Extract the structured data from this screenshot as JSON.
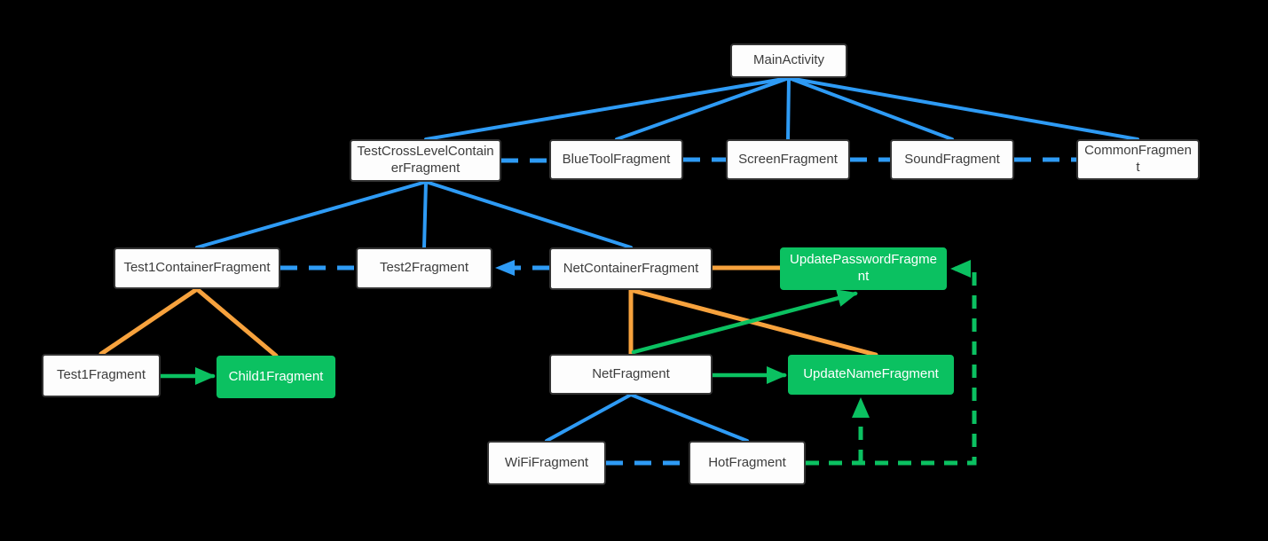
{
  "diagram": {
    "title": "fragment-hierarchy-graph",
    "colors": {
      "background": "#000000",
      "blue_edge": "#2e9bf5",
      "orange_edge": "#f7a23d",
      "green_edge": "#0bc161",
      "node_background": "#fdfdfd",
      "node_border": "#333333",
      "node_text": "#3d3d3d",
      "highlight_node_background": "#0bc161",
      "highlight_node_text": "#ffffff"
    },
    "nodes": [
      {
        "id": "MainActivity",
        "label": "MainActivity",
        "highlight": false
      },
      {
        "id": "TestCrossLevelContainerFragment",
        "label": "TestCrossLevelContainerFragment",
        "highlight": false
      },
      {
        "id": "BlueToolFragment",
        "label": "BlueToolFragment",
        "highlight": false
      },
      {
        "id": "ScreenFragment",
        "label": "ScreenFragment",
        "highlight": false
      },
      {
        "id": "SoundFragment",
        "label": "SoundFragment",
        "highlight": false
      },
      {
        "id": "CommonFragment",
        "label": "CommonFragment",
        "highlight": false
      },
      {
        "id": "Test1ContainerFragment",
        "label": "Test1ContainerFragment",
        "highlight": false
      },
      {
        "id": "Test2Fragment",
        "label": "Test2Fragment",
        "highlight": false
      },
      {
        "id": "NetContainerFragment",
        "label": "NetContainerFragment",
        "highlight": false
      },
      {
        "id": "UpdatePasswordFragment",
        "label": "UpdatePasswordFragment",
        "highlight": true
      },
      {
        "id": "Test1Fragment",
        "label": "Test1Fragment",
        "highlight": false
      },
      {
        "id": "Child1Fragment",
        "label": "Child1Fragment",
        "highlight": true
      },
      {
        "id": "NetFragment",
        "label": "NetFragment",
        "highlight": false
      },
      {
        "id": "UpdateNameFragment",
        "label": "UpdateNameFragment",
        "highlight": true
      },
      {
        "id": "WiFiFragment",
        "label": "WiFiFragment",
        "highlight": false
      },
      {
        "id": "HotFragment",
        "label": "HotFragment",
        "highlight": false
      }
    ],
    "edges": [
      {
        "from": "MainActivity",
        "to": "TestCrossLevelContainerFragment",
        "color": "blue",
        "style": "solid",
        "arrow": false
      },
      {
        "from": "MainActivity",
        "to": "BlueToolFragment",
        "color": "blue",
        "style": "solid",
        "arrow": false
      },
      {
        "from": "MainActivity",
        "to": "ScreenFragment",
        "color": "blue",
        "style": "solid",
        "arrow": false
      },
      {
        "from": "MainActivity",
        "to": "SoundFragment",
        "color": "blue",
        "style": "solid",
        "arrow": false
      },
      {
        "from": "MainActivity",
        "to": "CommonFragment",
        "color": "blue",
        "style": "solid",
        "arrow": false
      },
      {
        "from": "TestCrossLevelContainerFragment",
        "to": "BlueToolFragment",
        "color": "blue",
        "style": "dashed",
        "arrow": false
      },
      {
        "from": "BlueToolFragment",
        "to": "ScreenFragment",
        "color": "blue",
        "style": "dashed",
        "arrow": false
      },
      {
        "from": "ScreenFragment",
        "to": "SoundFragment",
        "color": "blue",
        "style": "dashed",
        "arrow": false
      },
      {
        "from": "SoundFragment",
        "to": "CommonFragment",
        "color": "blue",
        "style": "dashed",
        "arrow": false
      },
      {
        "from": "TestCrossLevelContainerFragment",
        "to": "Test1ContainerFragment",
        "color": "blue",
        "style": "solid",
        "arrow": false
      },
      {
        "from": "TestCrossLevelContainerFragment",
        "to": "Test2Fragment",
        "color": "blue",
        "style": "solid",
        "arrow": false
      },
      {
        "from": "TestCrossLevelContainerFragment",
        "to": "NetContainerFragment",
        "color": "blue",
        "style": "solid",
        "arrow": false
      },
      {
        "from": "Test1ContainerFragment",
        "to": "Test2Fragment",
        "color": "blue",
        "style": "dashed",
        "arrow": false
      },
      {
        "from": "NetContainerFragment",
        "to": "Test2Fragment",
        "color": "blue",
        "style": "dashed",
        "arrow": true
      },
      {
        "from": "WiFiFragment",
        "to": "HotFragment",
        "color": "blue",
        "style": "dashed",
        "arrow": false
      },
      {
        "from": "Test1ContainerFragment",
        "to": "Test1Fragment",
        "color": "orange",
        "style": "solid",
        "arrow": false
      },
      {
        "from": "Test1ContainerFragment",
        "to": "Child1Fragment",
        "color": "orange",
        "style": "solid",
        "arrow": false
      },
      {
        "from": "NetContainerFragment",
        "to": "UpdatePasswordFragment",
        "color": "orange",
        "style": "solid",
        "arrow": false
      },
      {
        "from": "NetContainerFragment",
        "to": "NetFragment",
        "color": "orange",
        "style": "solid",
        "arrow": false
      },
      {
        "from": "NetContainerFragment",
        "to": "UpdateNameFragment",
        "color": "orange",
        "style": "solid",
        "arrow": false
      },
      {
        "from": "Test1Fragment",
        "to": "Child1Fragment",
        "color": "green",
        "style": "solid",
        "arrow": true
      },
      {
        "from": "NetFragment",
        "to": "UpdateNameFragment",
        "color": "green",
        "style": "solid",
        "arrow": true
      },
      {
        "from": "NetFragment",
        "to": "UpdatePasswordFragment",
        "color": "green",
        "style": "solid",
        "arrow": true
      },
      {
        "from": "NetFragment",
        "to": "WiFiFragment",
        "color": "blue",
        "style": "solid",
        "arrow": false
      },
      {
        "from": "NetFragment",
        "to": "HotFragment",
        "color": "blue",
        "style": "solid",
        "arrow": false
      },
      {
        "from": "HotFragment",
        "to": "UpdatePasswordFragment",
        "color": "green",
        "style": "dashed",
        "arrow": true
      },
      {
        "from": "HotFragment",
        "to": "UpdateNameFragment",
        "color": "green",
        "style": "dashed",
        "arrow": true
      }
    ]
  }
}
